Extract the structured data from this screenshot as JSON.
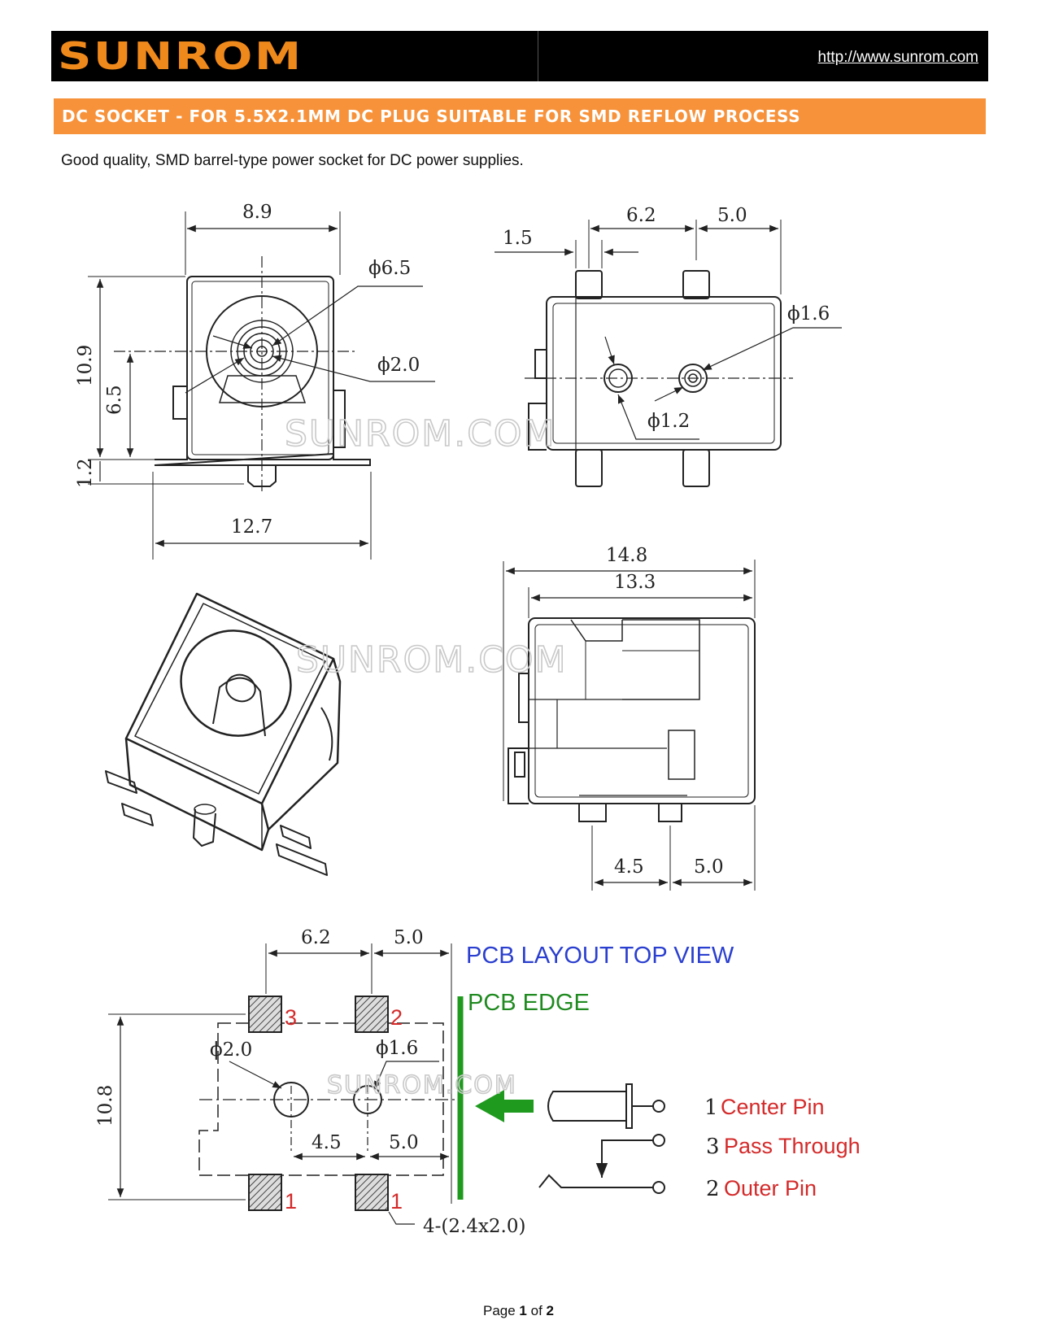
{
  "header": {
    "logo": "SUNROM",
    "url": "http://www.sunrom.com"
  },
  "title": "DC SOCKET - FOR 5.5X2.1MM DC PLUG SUITABLE FOR SMD REFLOW PROCESS",
  "subtitle": "Good quality, SMD barrel-type power socket for DC power supplies.",
  "watermark": "SUNROM.COM",
  "front_view": {
    "width": "8.9",
    "outer_dia": "ϕ6.5",
    "inner_dia": "ϕ2.0",
    "height": "10.9",
    "center_height": "6.5",
    "base": "1.2",
    "footprint": "12.7"
  },
  "side_view": {
    "pin_width": "1.5",
    "pitch_a": "6.2",
    "pitch_b": "5.0",
    "hole_large": "ϕ1.6",
    "hole_small": "ϕ1.2"
  },
  "top_view": {
    "length_total": "14.8",
    "length_body": "13.3",
    "pin_a": "4.5",
    "pin_b": "5.0"
  },
  "pcb": {
    "title": "PCB LAYOUT TOP VIEW",
    "edge_label": "PCB EDGE",
    "pitch_a": "6.2",
    "pitch_b": "5.0",
    "hole_a": "ϕ2.0",
    "hole_b": "ϕ1.6",
    "spacing_a": "4.5",
    "spacing_b": "5.0",
    "height": "10.8",
    "pad_spec": "4-(2.4x2.0)",
    "pad_labels": [
      "3",
      "2",
      "1",
      "1"
    ]
  },
  "pins": [
    {
      "number": "1",
      "name": "Center Pin"
    },
    {
      "number": "3",
      "name": "Pass Through"
    },
    {
      "number": "2",
      "name": "Outer Pin"
    }
  ],
  "footer": {
    "prefix": "Page",
    "current": "1",
    "middle": "of",
    "total": "2"
  }
}
